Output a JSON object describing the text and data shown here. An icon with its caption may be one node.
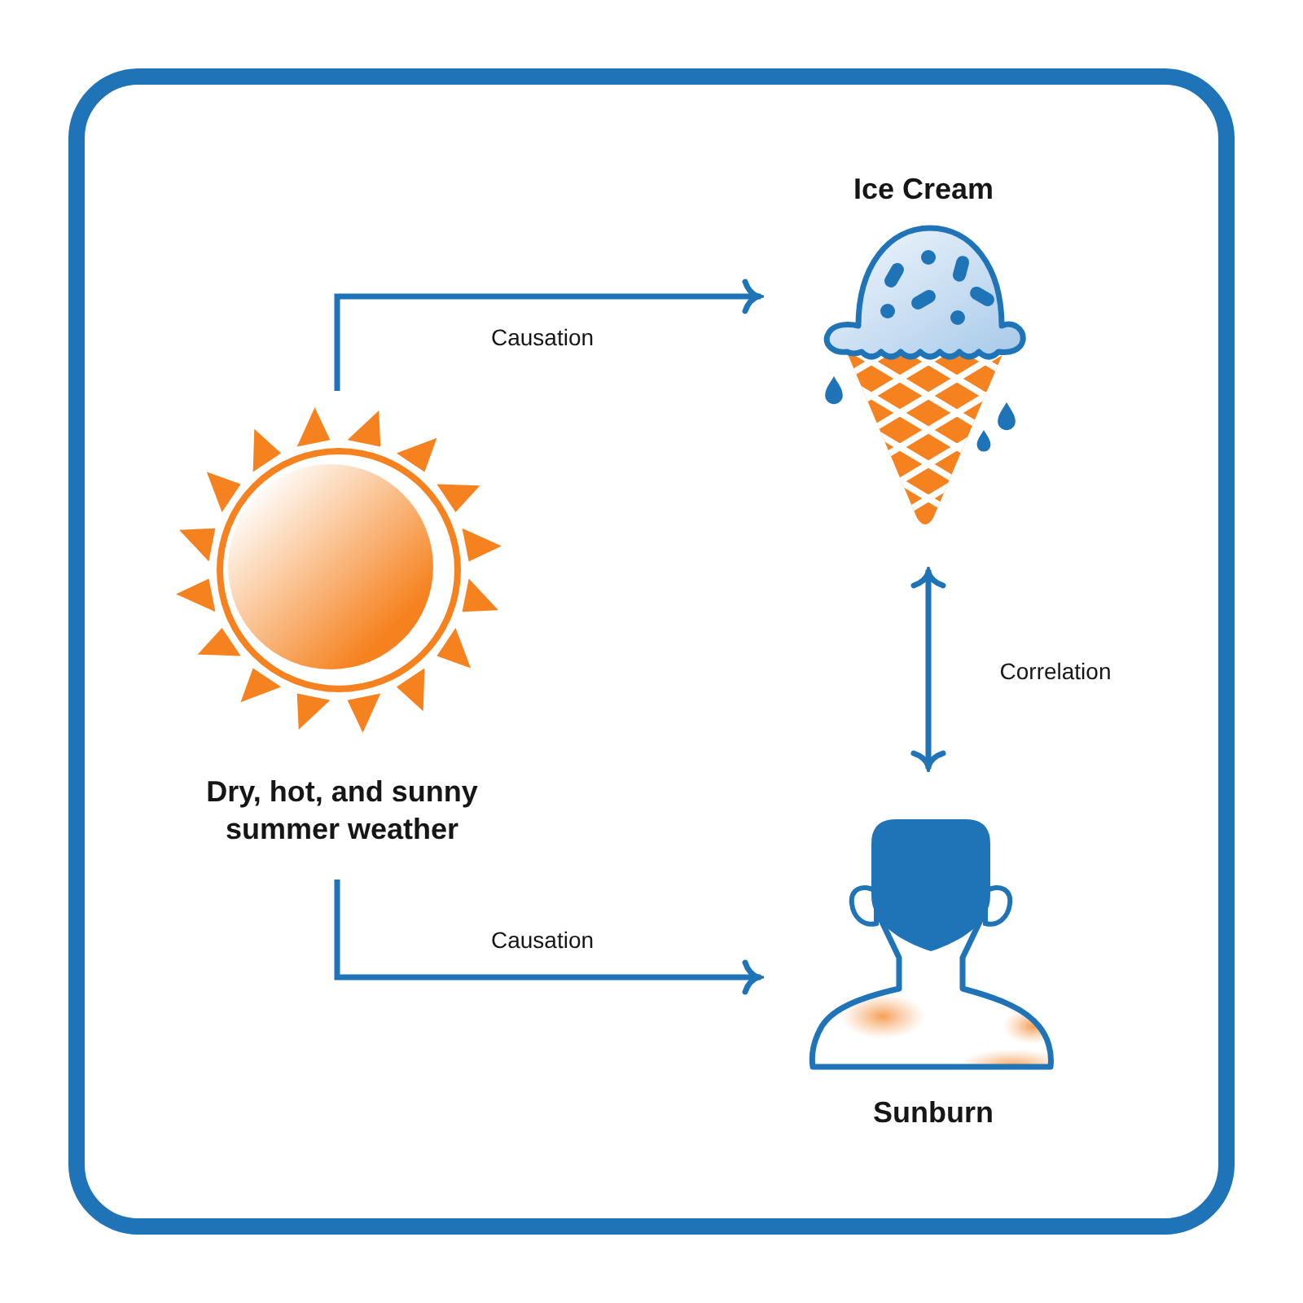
{
  "diagram": {
    "nodes": [
      {
        "text": [
          "Dry, hot, and sunny summer weather"
        ]
      },
      {
        "text": [
          "Ice Cream"
        ]
      },
      {
        "text": [
          "Sunburn"
        ]
      }
    ],
    "edges": [
      {
        "from": 0,
        "to": 1,
        "arrow": "to",
        "label": "Causation"
      },
      {
        "from": 0,
        "to": 2,
        "arrow": "to",
        "label": "Causation"
      },
      {
        "from": 1,
        "to": 2,
        "arrow": "both",
        "label": "Correlation"
      }
    ]
  }
}
